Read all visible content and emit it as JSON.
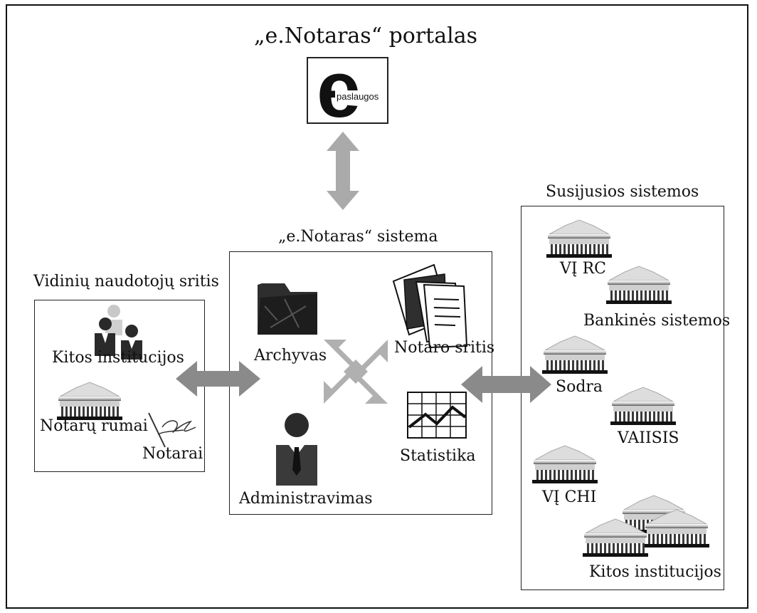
{
  "portal": {
    "title": "„e.Notaras“ portalas",
    "logo_letter": "e",
    "logo_text": "paslaugos"
  },
  "system": {
    "title": "„e.Notaras“ sistema",
    "modules": {
      "archive": "Archyvas",
      "notary_area": "Notaro sritis",
      "statistics": "Statistika",
      "administration": "Administravimas"
    }
  },
  "internal": {
    "title": "Vidinių naudotojų sritis",
    "items": {
      "other_institutions": "Kitos institucijos",
      "chamber": "Notarų rūmai",
      "notaries": "Notarai"
    }
  },
  "related": {
    "title": "Susijusios sistemos",
    "items": [
      "VĮ RC",
      "Bankinės sistemos",
      "Sodra",
      "VAIISIS",
      "VĮ CHI",
      "Kitos institucijos"
    ]
  },
  "colors": {
    "arrow_gray": "#a9a9a9",
    "arrow_dark": "#8a8a8a",
    "frame": "#111111"
  },
  "icons": [
    "e-services-logo",
    "folder-icon",
    "documents-icon",
    "chart-icon",
    "administrator-icon",
    "building-icon",
    "people-icon",
    "signature-icon"
  ]
}
